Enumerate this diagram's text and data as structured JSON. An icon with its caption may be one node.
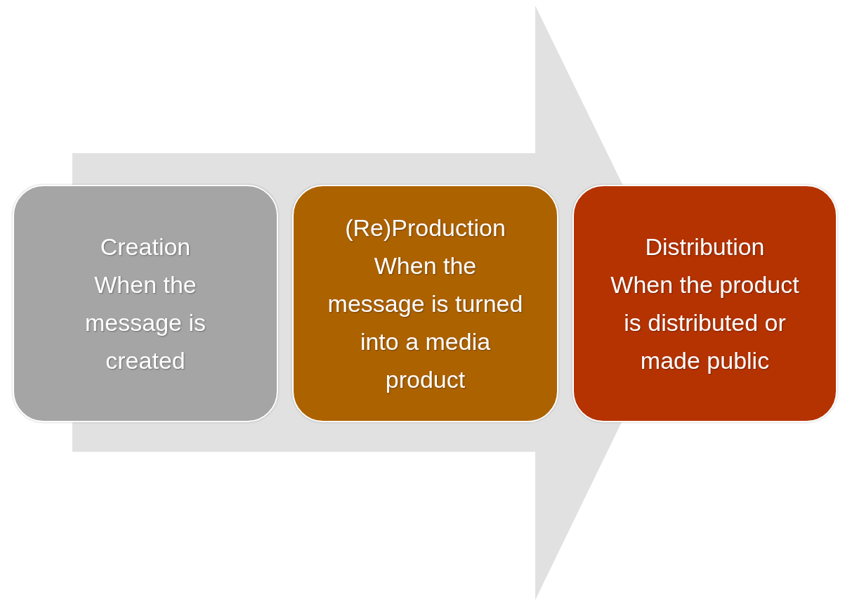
{
  "diagram": {
    "nodes": [
      {
        "text": [
          "Creation",
          "When the message is created"
        ]
      },
      {
        "text": [
          "(Re)Production",
          "When the message is turned into a media product"
        ]
      },
      {
        "text": [
          "Distribution",
          "When the product is distributed or made public"
        ]
      }
    ],
    "edges": [
      {
        "from": 0,
        "to": 2,
        "arrow": "to"
      }
    ]
  }
}
